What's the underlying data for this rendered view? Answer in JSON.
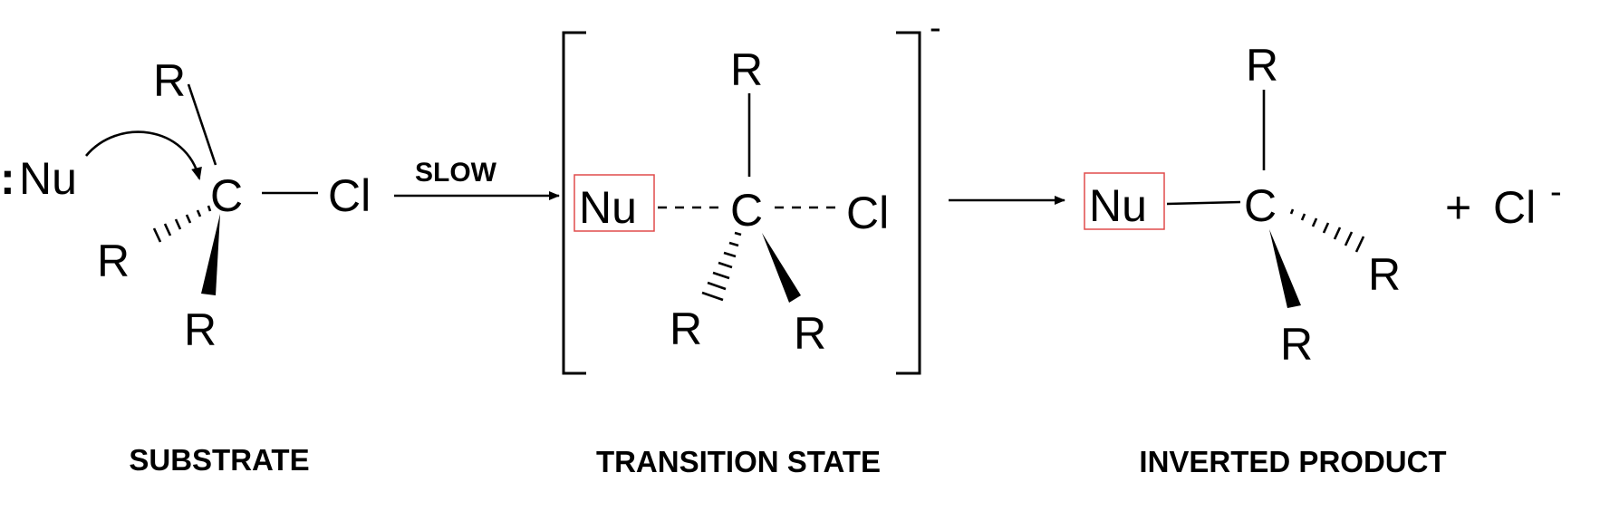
{
  "substrate": {
    "nucleophile_lone_pair": ":",
    "nucleophile": "Nu",
    "carbon": "C",
    "leaving_group": "Cl",
    "r_top": "R",
    "r_left": "R",
    "r_bottom": "R",
    "caption": "SUBSTRATE"
  },
  "step_arrow": {
    "label": "SLOW"
  },
  "transition_state": {
    "nucleophile": "Nu",
    "carbon": "C",
    "leaving_group": "Cl",
    "r_top": "R",
    "r_bottom_left": "R",
    "r_bottom_right": "R",
    "charge": "-",
    "caption": "TRANSITION STATE"
  },
  "product": {
    "nucleophile": "Nu",
    "carbon": "C",
    "r_top": "R",
    "r_right": "R",
    "r_bottom": "R",
    "caption": "INVERTED PRODUCT"
  },
  "byproduct": {
    "plus": "+",
    "ion": "Cl",
    "charge": "-"
  },
  "colors": {
    "highlight_box": "#e04b4b"
  }
}
